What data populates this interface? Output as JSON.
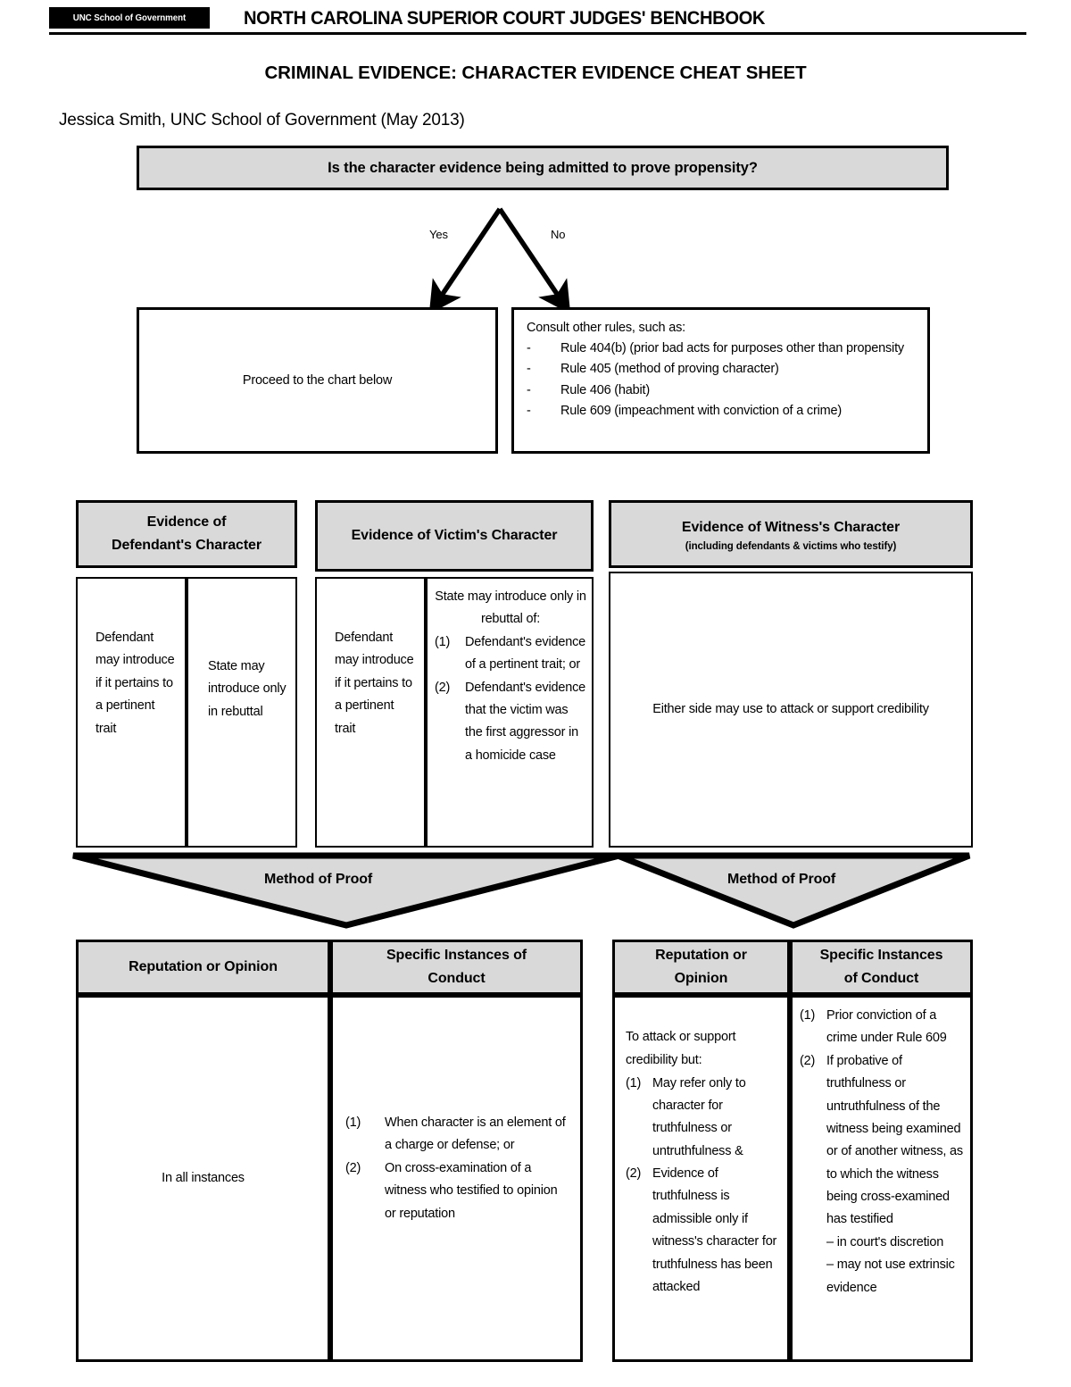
{
  "header": {
    "logo_text": "UNC School of Government",
    "benchbook_title": "NORTH CAROLINA SUPERIOR COURT JUDGES' BENCHBOOK"
  },
  "document": {
    "title": "CRIMINAL EVIDENCE: CHARACTER EVIDENCE CHEAT SHEET",
    "byline": "Jessica Smith, UNC School of Government (May 2013)"
  },
  "flowchart": {
    "question": "Is the character evidence being admitted to prove propensity?",
    "branch_yes_label": "Yes",
    "branch_no_label": "No",
    "yes_outcome": "Proceed to the  chart below",
    "no_outcome": {
      "lead": "Consult other rules, such as:",
      "bullet_marker": "-",
      "items": [
        "Rule 404(b) (prior bad acts for purposes other than propensity",
        "Rule 405 (method of proving character)",
        "Rule 406 (habit)",
        "Rule 609 (impeachment with conviction of a crime)"
      ]
    }
  },
  "columns": {
    "defendant": {
      "heading_line1": "Evidence of",
      "heading_line2": "Defendant's Character",
      "cell_left": "Defendant may introduce if it pertains to a pertinent trait",
      "cell_right": "State may introduce only in rebuttal"
    },
    "victim": {
      "heading": "Evidence of Victim's Character",
      "cell_left": "Defendant may introduce if it pertains to a pertinent trait",
      "cell_right_lead": "State may introduce only in rebuttal of:",
      "cell_right_items": [
        {
          "marker": "(1)",
          "text": "Defendant's evidence of a pertinent trait; or"
        },
        {
          "marker": "(2)",
          "text": "Defendant's evidence that the victim was the first aggressor in a homicide case"
        }
      ]
    },
    "witness": {
      "heading": "Evidence of Witness's Character",
      "heading_sub": "(including defendants & victims who testify)",
      "cell": "Either side may use to attack or support credibility"
    }
  },
  "method_of_proof": {
    "left_label": "Method of Proof",
    "right_label": "Method of Proof"
  },
  "proof_tables": {
    "left": {
      "col1_header": "Reputation or Opinion",
      "col2_header_line1": "Specific Instances of",
      "col2_header_line2": "Conduct",
      "col1_body": "In all instances",
      "col2_items": [
        {
          "marker": "(1)",
          "text": "When character is an element of a charge or defense; or"
        },
        {
          "marker": "(2)",
          "text": "On cross-examination of a witness who testified to opinion or reputation"
        }
      ]
    },
    "right": {
      "col1_header_line1": "Reputation or",
      "col1_header_line2": "Opinion",
      "col2_header_line1": "Specific Instances",
      "col2_header_line2": "of Conduct",
      "col1_lead": "To attack or support credibility but:",
      "col1_items": [
        {
          "marker": "(1)",
          "text": "May refer only to character for truthfulness or untruthfulness &"
        },
        {
          "marker": "(2)",
          "text": "Evidence of truthfulness is admissible only if witness's character for truthfulness has been attacked"
        }
      ],
      "col2_items": [
        {
          "marker": "(1)",
          "text": "Prior conviction of a crime under Rule 609"
        },
        {
          "marker": "(2)",
          "text": "If probative of truthfulness or untruthfulness of the witness being examined or of another witness, as to which the witness being cross-examined has testified"
        }
      ],
      "col2_dashes": [
        "– in court's discretion",
        "– may not use extrinsic evidence"
      ]
    }
  },
  "colors": {
    "header_fill": "#d9d9d9",
    "border": "#000000",
    "page_background": "#ffffff",
    "logo_background": "#000000",
    "logo_text": "#ffffff"
  }
}
